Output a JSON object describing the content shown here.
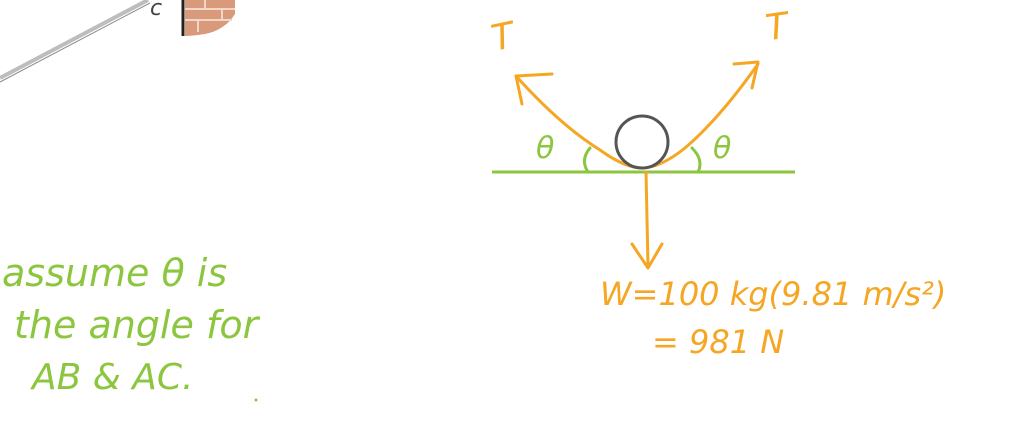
{
  "colors": {
    "green": "#8cc63f",
    "orange": "#f5a623",
    "circle": "#555555",
    "rope": "#bdbdbd",
    "brick": "#d99a7c",
    "mortar": "#f2d6c8"
  },
  "diagram": {
    "corner_label": "c",
    "tension_left": "T",
    "tension_right": "T",
    "angle_left": "θ",
    "angle_right": "θ",
    "weight_line_1": "W=100 kg(9.81 m/s²)",
    "weight_line_2": "= 981 N"
  },
  "note": {
    "line_1": "assume θ is",
    "line_2": "the angle for",
    "line_3": "AB & AC."
  }
}
